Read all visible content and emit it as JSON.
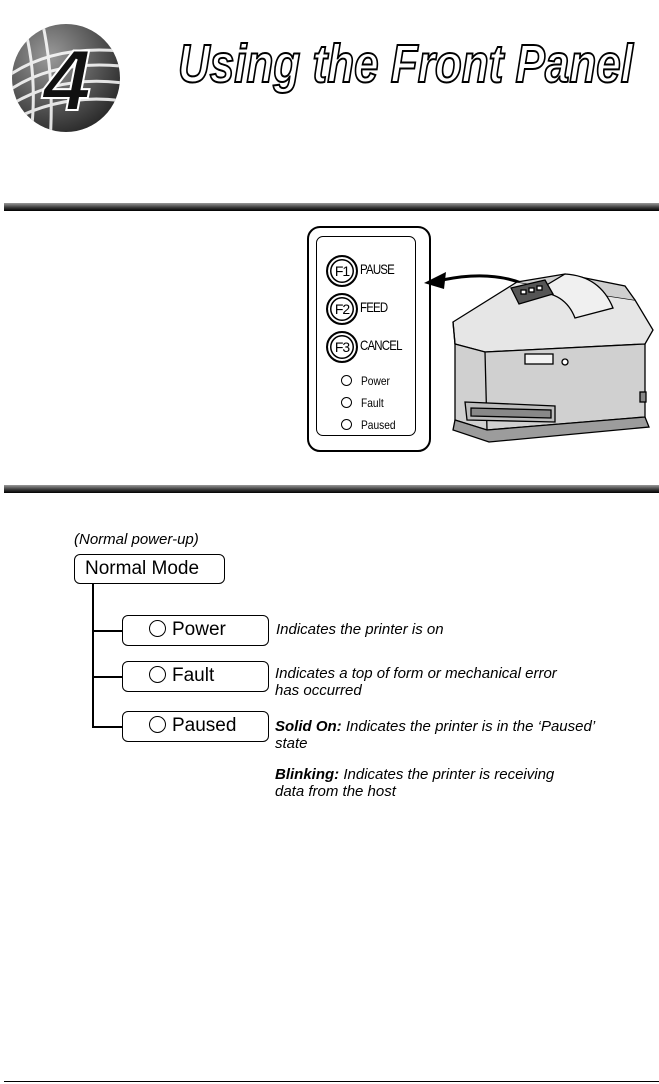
{
  "chapter": {
    "number": "4",
    "title": "Using the Front Panel"
  },
  "panel": {
    "keys": [
      {
        "key": "F1",
        "label": "PAUSE"
      },
      {
        "key": "F2",
        "label": "FEED"
      },
      {
        "key": "F3",
        "label": "CANCEL"
      }
    ],
    "leds": [
      "Power",
      "Fault",
      "Paused"
    ]
  },
  "diagram": {
    "note": "(Normal power-up)",
    "mode": "Normal Mode",
    "indicators": [
      {
        "label": "Power",
        "description": "Indicates the printer is on"
      },
      {
        "label": "Fault",
        "description": "Indicates a top of form or mechanical error has occurred"
      },
      {
        "label": "Paused",
        "solid_label": "Solid On:",
        "solid_text": " Indicates the printer is in the ‘Paused’ state",
        "blink_label": "Blinking:",
        "blink_text": " Indicates the printer is receiving data from the host"
      }
    ]
  }
}
